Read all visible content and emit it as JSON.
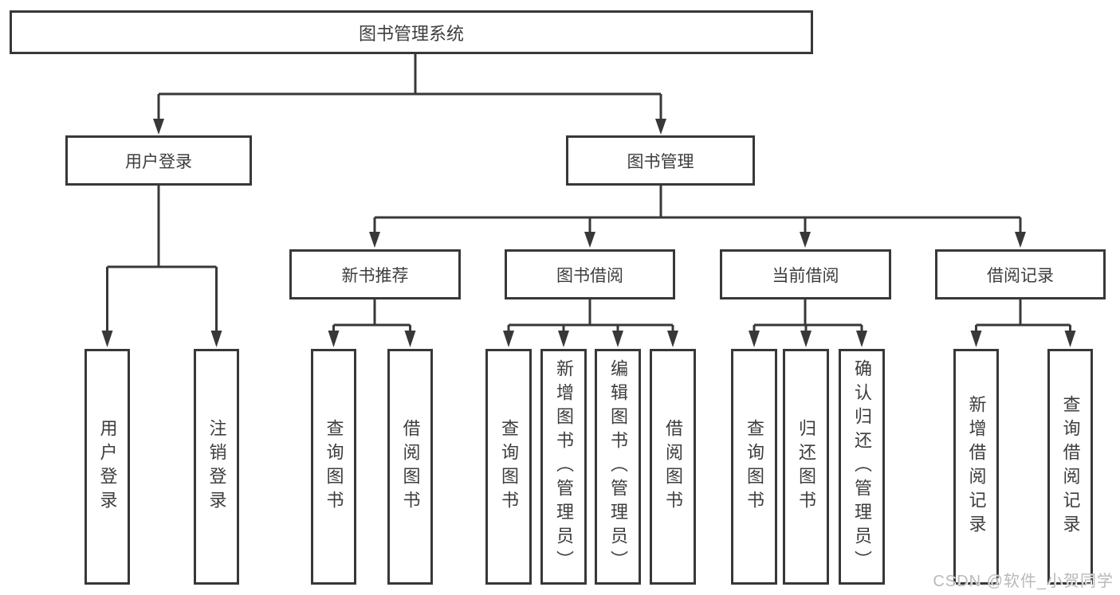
{
  "nodes": {
    "root": {
      "label": "图书管理系统"
    },
    "user_login": {
      "label": "用户登录"
    },
    "book_mgmt": {
      "label": "图书管理"
    },
    "new_book_rec": {
      "label": "新书推荐"
    },
    "book_borrow": {
      "label": "图书借阅"
    },
    "current_borrow": {
      "label": "当前借阅"
    },
    "borrow_record": {
      "label": "借阅记录"
    },
    "leaf_user_login": {
      "label": "用户登录"
    },
    "leaf_logout": {
      "label": "注销登录"
    },
    "leaf_nb_query": {
      "label": "查询图书"
    },
    "leaf_nb_borrow": {
      "label": "借阅图书"
    },
    "leaf_bb_query": {
      "label": "查询图书"
    },
    "leaf_bb_add": {
      "label": "新增图书（管理员）"
    },
    "leaf_bb_edit": {
      "label": "编辑图书（管理员）"
    },
    "leaf_bb_borrow": {
      "label": "借阅图书"
    },
    "leaf_cb_query": {
      "label": "查询图书"
    },
    "leaf_cb_return": {
      "label": "归还图书"
    },
    "leaf_cb_confirm": {
      "label": "确认归还（管理员）"
    },
    "leaf_br_add": {
      "label": "新增借阅记录"
    },
    "leaf_br_query": {
      "label": "查询借阅记录"
    }
  },
  "watermark": {
    "text": "CSDN @软件_小贺同学"
  },
  "colors": {
    "line": "#383838",
    "text": "#3d3d3d",
    "box_background": "#ffffff",
    "watermark": "#b9b9b9"
  }
}
